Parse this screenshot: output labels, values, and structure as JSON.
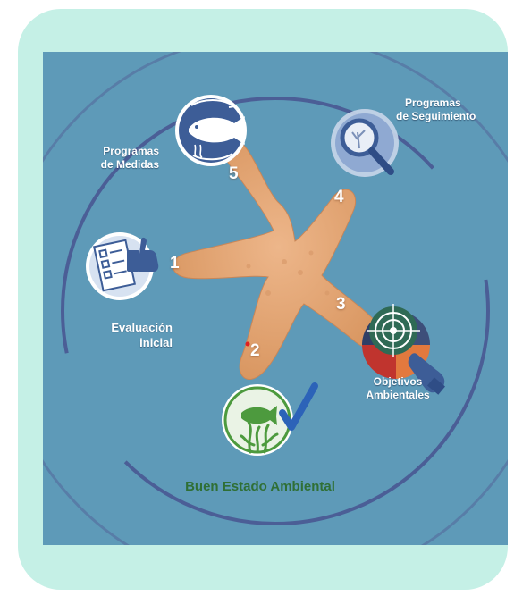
{
  "diagram": {
    "steps": [
      {
        "number": "1",
        "lines": [
          "Evaluación",
          "inicial"
        ]
      },
      {
        "number": "2",
        "lines": [
          "Buen Estado Ambiental"
        ]
      },
      {
        "number": "3",
        "lines": [
          "Objetivos",
          "Ambientales"
        ]
      },
      {
        "number": "4",
        "lines": [
          "Programas",
          "de Seguimiento"
        ]
      },
      {
        "number": "5",
        "lines": [
          "Programas",
          "de Medidas"
        ]
      }
    ]
  },
  "colors": {
    "frame": "#c5f0e6",
    "ocean": "#5e9ab8",
    "ring": "#4b5e96",
    "starfish": "#e3a77c",
    "icon_blue": "#3d5d97",
    "icon_green": "#4d9a3e",
    "target_red": "#c0342e",
    "target_orange": "#e2793e"
  },
  "icons": [
    "fish-icon",
    "magnifier-icon",
    "checklist-icon",
    "thumbs-up-icon",
    "target-icon",
    "pointing-hand-icon",
    "seaweed-fish-icon",
    "checkmark-icon"
  ]
}
